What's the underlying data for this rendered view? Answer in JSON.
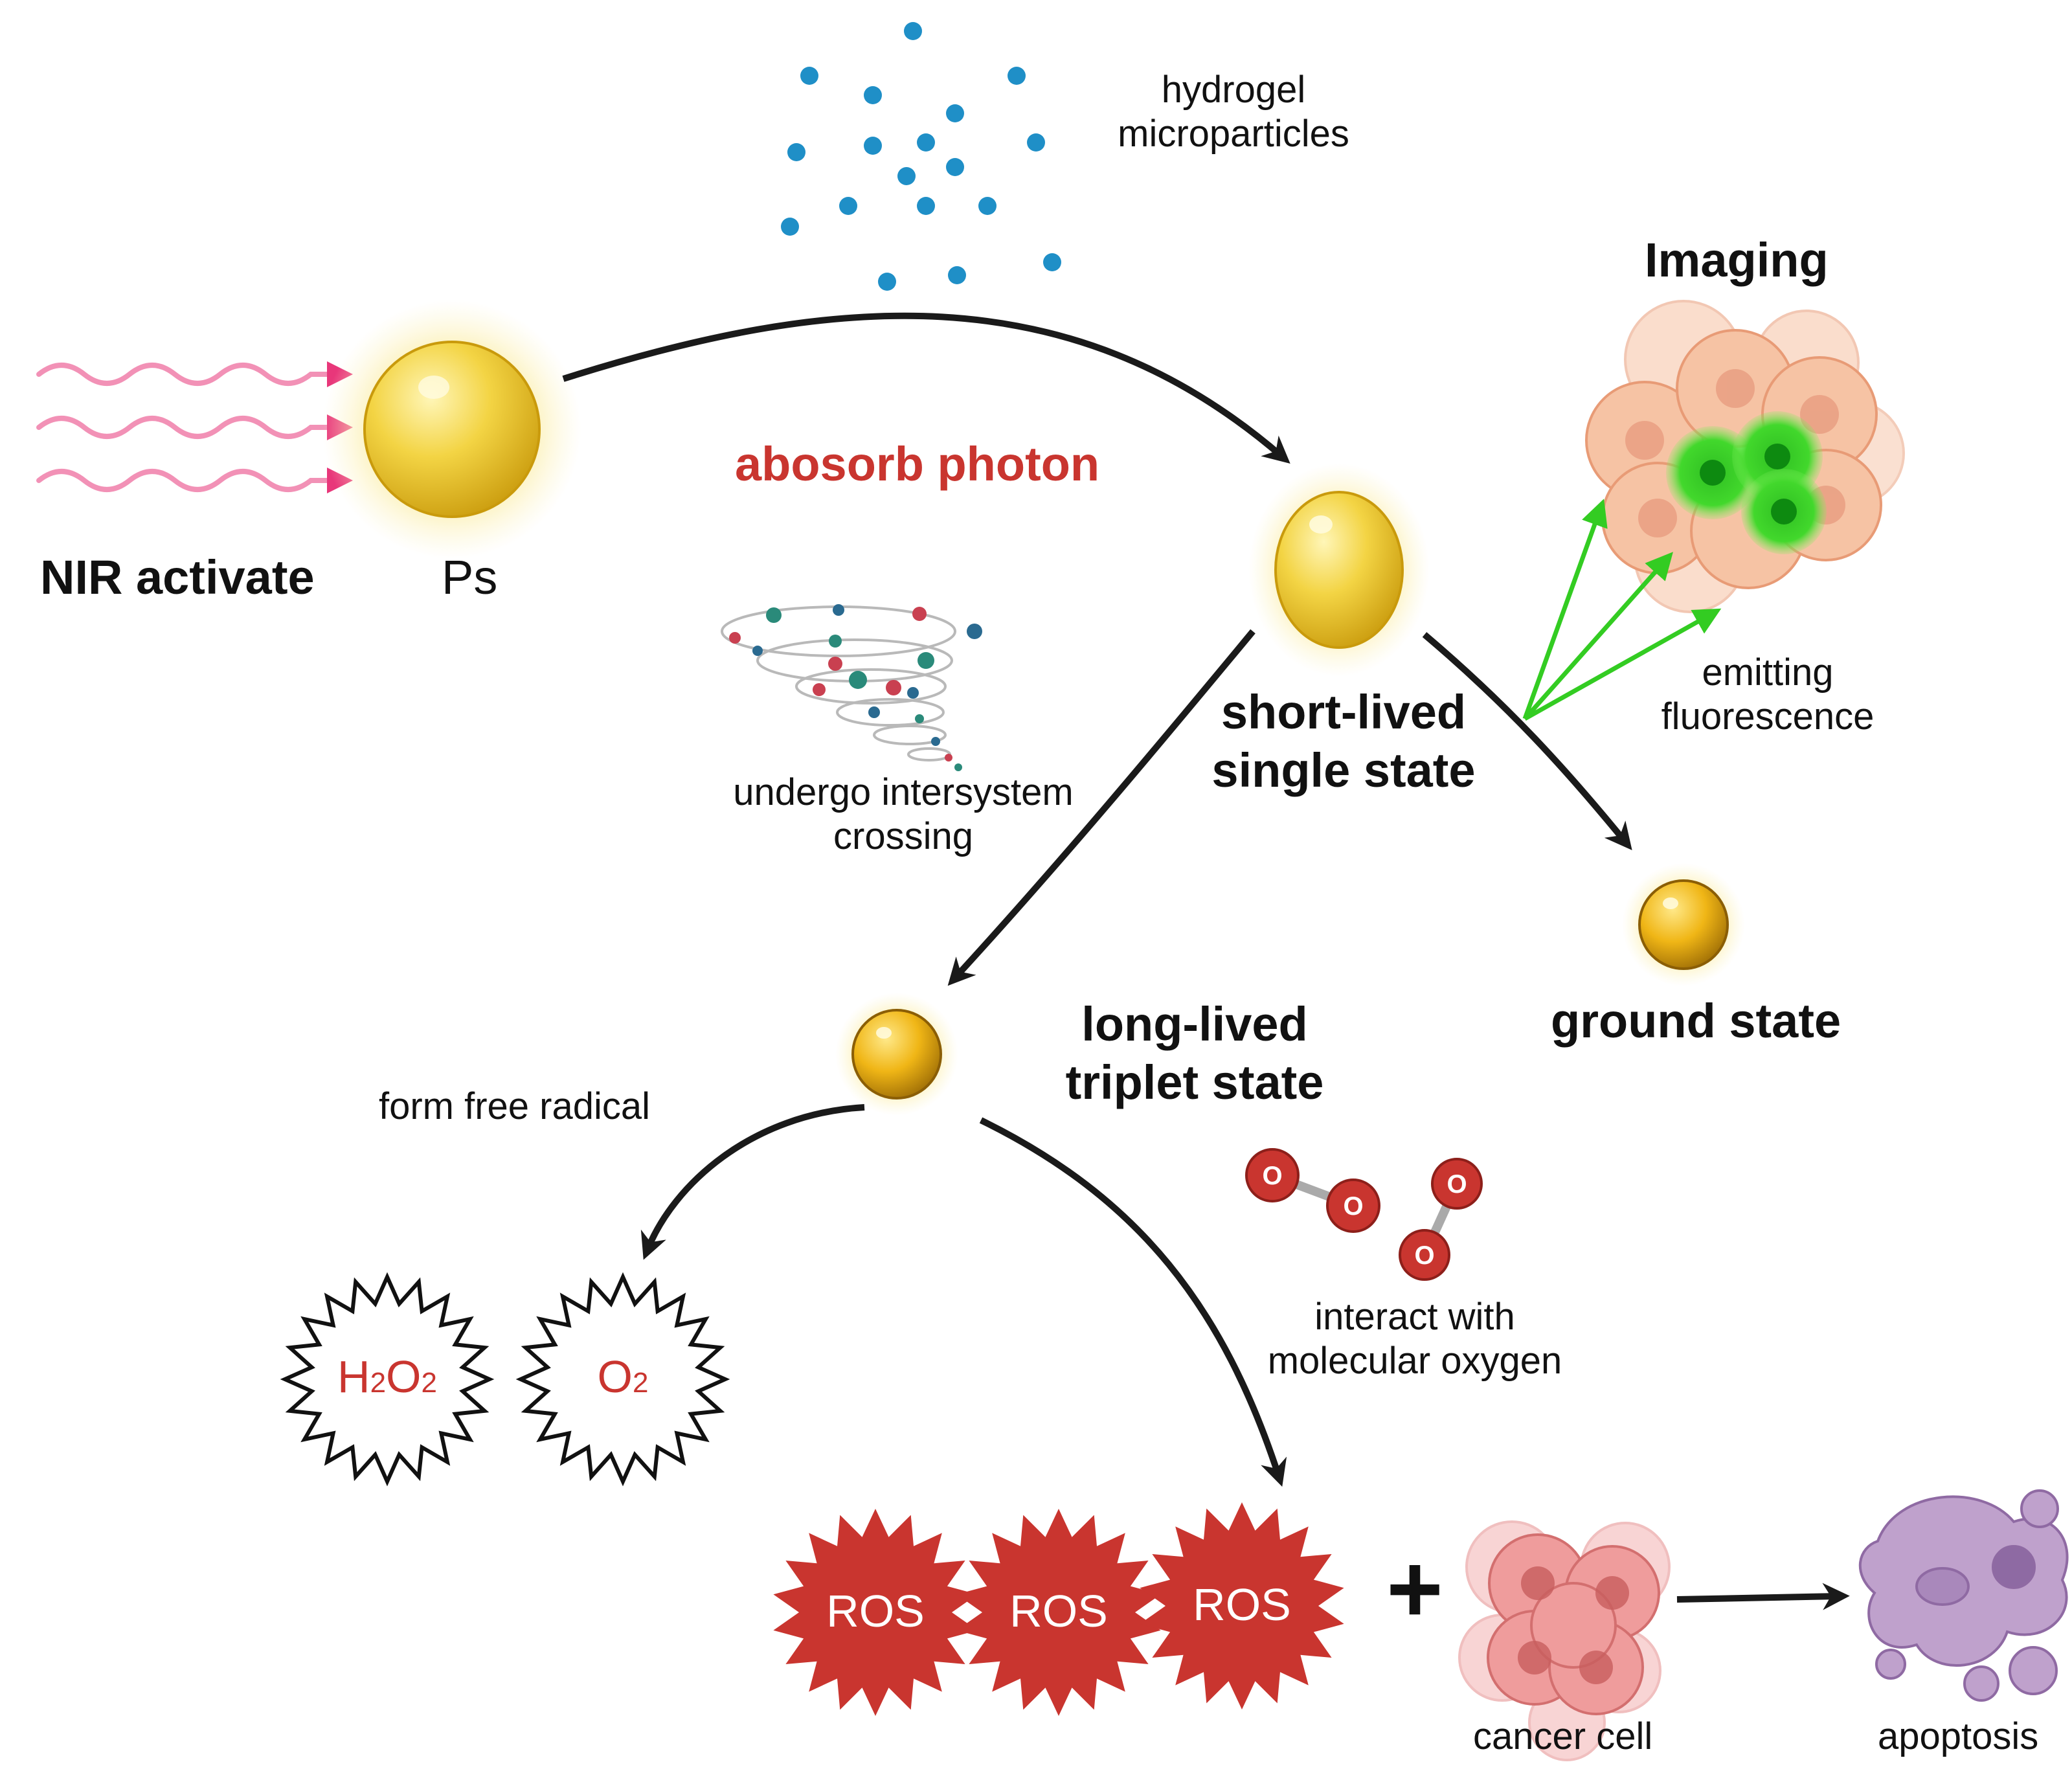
{
  "labels": {
    "hydrogel": "hydrogel\nmicroparticles",
    "nir": "NIR activate",
    "ps": "Ps",
    "absorb": "abosorb photon",
    "imaging": "Imaging",
    "emitting": "emitting\nfluorescence",
    "short_lived": "short-lived\nsingle state",
    "intersystem": "undergo intersystem\ncrossing",
    "ground": "ground state",
    "long_lived": "long-lived\ntriplet state",
    "free_radical": "form  free radical",
    "oxygen_interact": "interact with\nmolecular oxygen",
    "cancer": "cancer cell",
    "apoptosis": "apoptosis",
    "plus": "+"
  },
  "species": {
    "h2o2": {
      "H": "H",
      "s1": "2",
      "O": "O",
      "s2": "2"
    },
    "o2": {
      "O": "O",
      "s": "2"
    },
    "ros": [
      "ROS",
      "ROS",
      "ROS"
    ],
    "oxygen_atom": "O"
  },
  "colors": {
    "arrow": "#1a1a1a",
    "nir_wave": "#e8377a",
    "sphere": "#f2cf3c",
    "glow": "#fbeea9",
    "particle": "#1f8fc7",
    "ros": "#c9352f",
    "accent_red": "#c9352f",
    "fluorescence": "#33cc22",
    "cell": "#f6c3a4",
    "cancer": "#e58b8b",
    "apoptosis": "#a886b8"
  }
}
